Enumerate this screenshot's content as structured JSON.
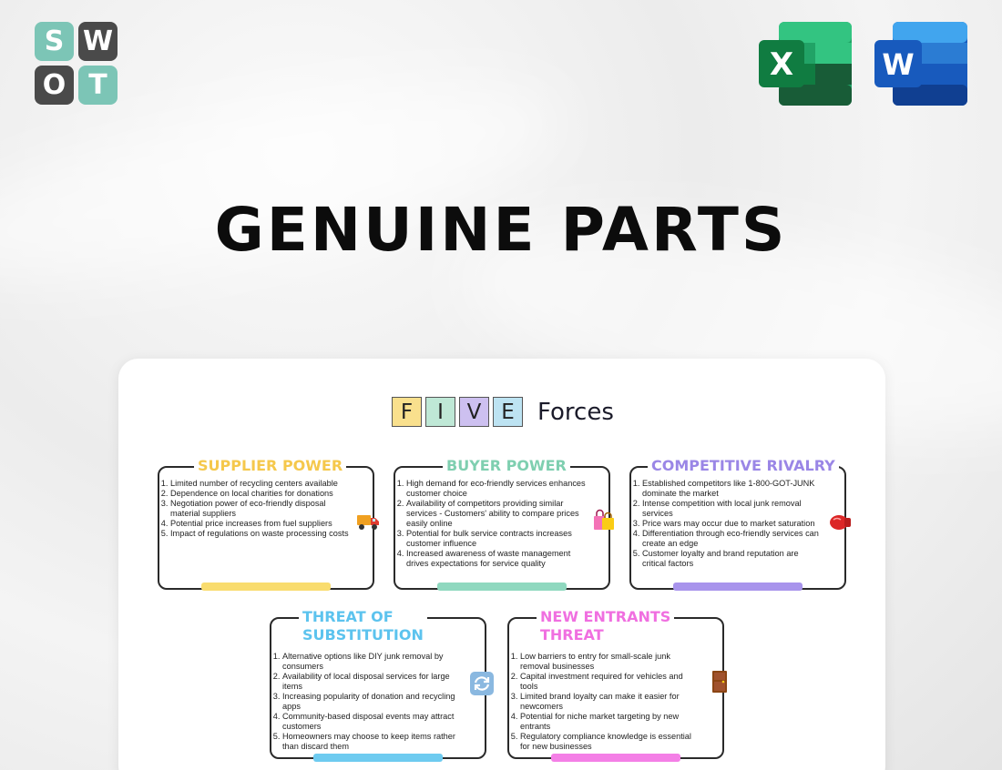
{
  "logo": {
    "letters": [
      "S",
      "W",
      "O",
      "T"
    ]
  },
  "apps": {
    "excel_letter": "X",
    "word_letter": "W"
  },
  "title": "GENUINE PARTS",
  "card": {
    "header_letters": [
      "F",
      "I",
      "V",
      "E"
    ],
    "header_word": "Forces",
    "forces": [
      {
        "title_lines": [
          "SUPPLIER POWER"
        ],
        "color": "#f5c84c",
        "icon": "delivery-truck-icon",
        "items": [
          "Limited number of recycling centers available",
          "Dependence on local charities for donations",
          "Negotiation power of eco-friendly disposal material suppliers",
          "Potential price increases from fuel suppliers",
          "Impact of regulations on waste processing costs"
        ]
      },
      {
        "title_lines": [
          "BUYER POWER"
        ],
        "color": "#7fcfb0",
        "icon": "shopping-bags-icon",
        "items": [
          "High demand for eco-friendly services enhances customer choice",
          "Availability of competitors providing similar services  - Customers' ability to compare prices easily online",
          "Potential for bulk service contracts increases customer influence",
          "Increased awareness of waste management drives expectations for service quality"
        ]
      },
      {
        "title_lines": [
          "COMPETITIVE RIVALRY"
        ],
        "color": "#9a86e6",
        "icon": "boxing-glove-icon",
        "items": [
          "Established competitors like 1-800-GOT-JUNK dominate the market",
          "Intense competition with local junk removal services",
          "Price wars may occur due to market saturation",
          "Differentiation through eco-friendly services can create an edge",
          "Customer loyalty and brand reputation are critical factors"
        ]
      },
      {
        "title_lines": [
          "THREAT OF",
          "SUBSTITUTION"
        ],
        "color": "#5cc3ee",
        "icon": "refresh-arrows-icon",
        "items": [
          "Alternative options like DIY junk removal by consumers",
          "Availability of local disposal services for large items",
          "Increasing popularity of donation and recycling apps",
          "Community-based disposal events may attract customers",
          "Homeowners may choose to keep items rather than discard them"
        ]
      },
      {
        "title_lines": [
          "NEW ENTRANTS",
          "THREAT"
        ],
        "color": "#f06fe0",
        "icon": "door-icon",
        "items": [
          "Low barriers to entry for small-scale junk removal businesses",
          "Capital investment required for vehicles and tools",
          "Limited brand loyalty can make it easier for newcomers",
          "Potential for niche market targeting by new entrants",
          "Regulatory compliance knowledge is essential for new businesses"
        ]
      }
    ]
  }
}
